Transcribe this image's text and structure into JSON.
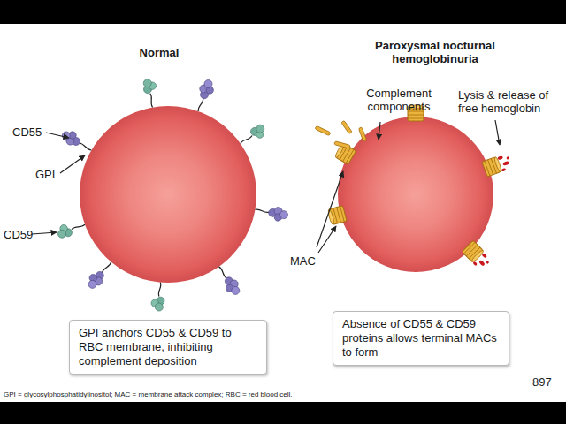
{
  "diagram": {
    "caption": "GPI = glycosylphosphatidylinositol; MAC = membrane attack complex; RBC = red blood cell.",
    "nodes": [
      {
        "text": [
          "GPI anchors CD55 & CD59 to RBC membrane, inhibiting complement deposition"
        ]
      },
      {
        "text": [
          "Absence of CD55 & CD59 proteins allows terminal MACs to form"
        ]
      }
    ],
    "edges": [],
    "labels": [
      "Normal",
      "Paroxysmal nocturnal hemoglobinuria",
      "CD55",
      "GPI",
      "CD59",
      "Complement components",
      "MAC",
      "Lysis & release of free hemoglobin",
      "897"
    ]
  }
}
